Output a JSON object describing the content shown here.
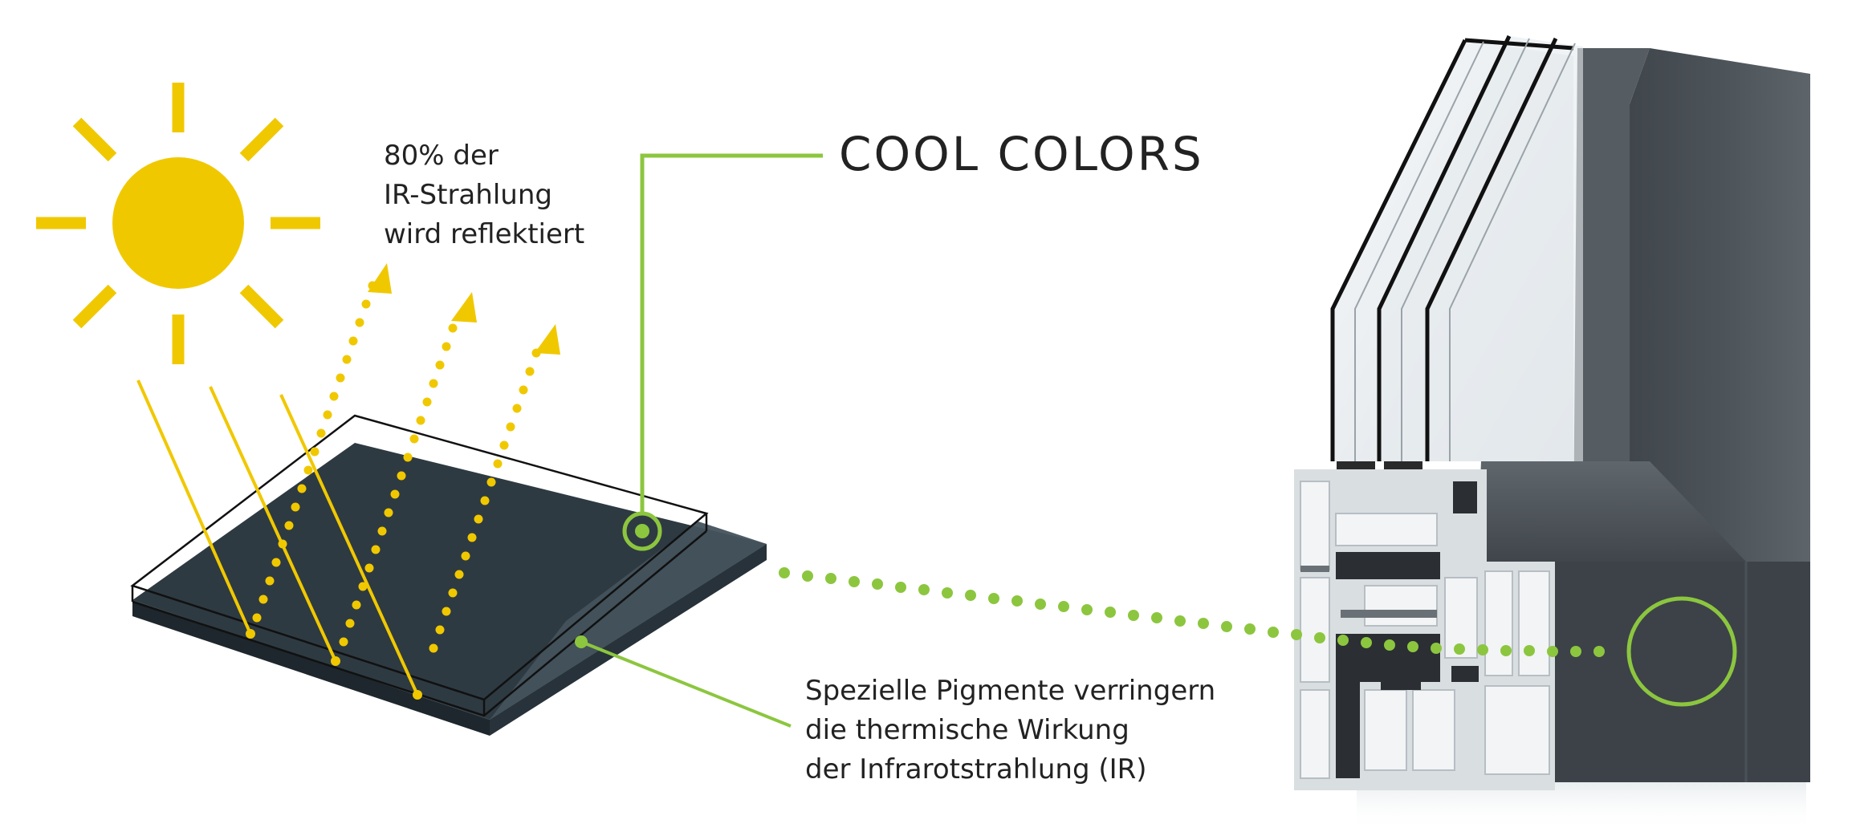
{
  "title": "COOL COLORS",
  "reflect_label": {
    "lines": [
      "80% der",
      "IR-Strahlung",
      "wird reflektiert"
    ]
  },
  "pigment_label": {
    "lines": [
      "Spezielle Pigmente verringern",
      "die thermische Wirkung",
      "der Infrarotstrahlung (IR)"
    ]
  },
  "colors": {
    "sun": "#f0c800",
    "accent_green": "#8cc63f",
    "panel_dark": "#2e3a42",
    "panel_light": "#43525c",
    "frame_anthracite": "#3c4248",
    "frame_anthracite_light": "#5a6167",
    "pvc_white": "#eceff1",
    "text": "#222222"
  },
  "icons": [
    "sun-icon",
    "reflected-ray-arrow-icon",
    "incoming-ray-icon",
    "callout-circle-icon"
  ]
}
